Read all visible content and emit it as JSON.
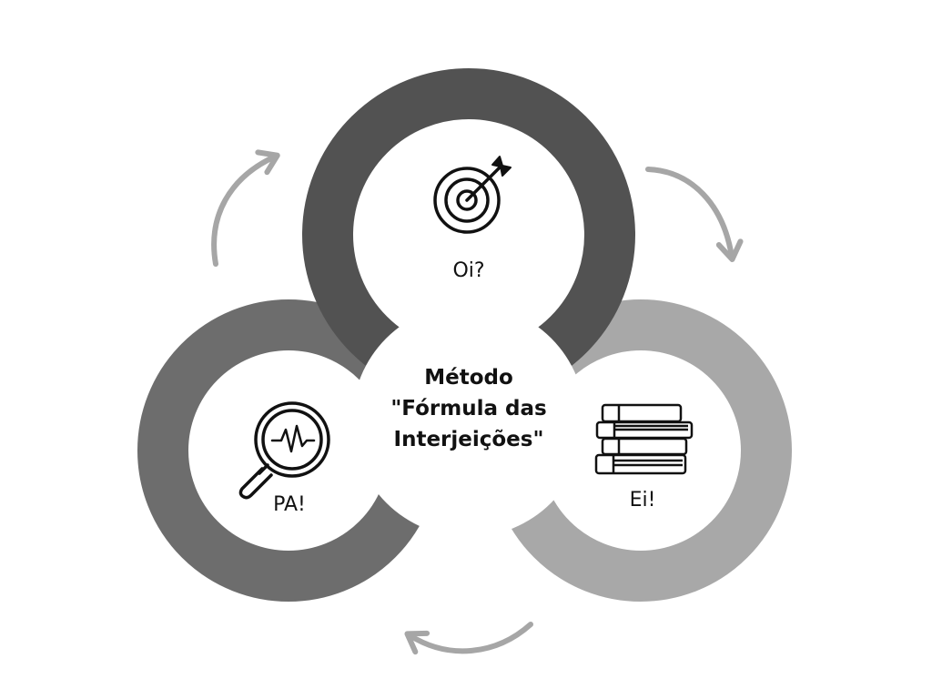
{
  "diagram": {
    "center": {
      "lines": [
        "Método",
        "\"Fórmula das",
        "Interjeições\""
      ]
    },
    "nodes": [
      {
        "id": "top",
        "label": "Oi?",
        "icon": "target-icon",
        "ring_color": "#525252"
      },
      {
        "id": "left",
        "label": "PA!",
        "icon": "magnifier-pulse-icon",
        "ring_color": "#6d6d6d"
      },
      {
        "id": "right",
        "label": "Ei!",
        "icon": "books-stack-icon",
        "ring_color": "#a8a8a8"
      }
    ],
    "arrow_color": "#a6a6a6"
  }
}
